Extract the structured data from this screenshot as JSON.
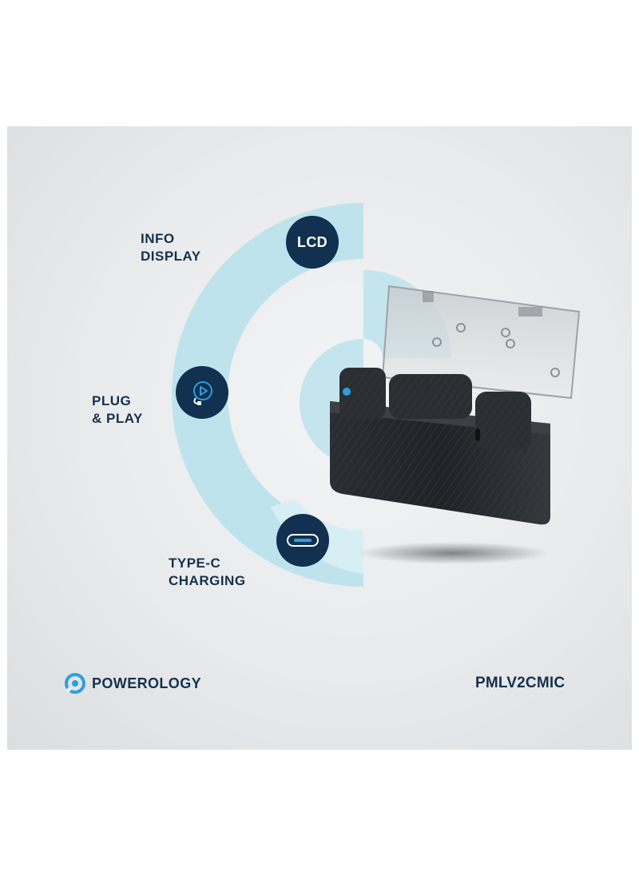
{
  "features": [
    {
      "label": "INFO\nDISPLAY",
      "badge_text": "LCD",
      "icon": "lcd-badge"
    },
    {
      "label": "PLUG\n& PLAY",
      "icon": "plug-and-play-icon"
    },
    {
      "label": "TYPE-C\nCHARGING",
      "icon": "usb-c-port-icon"
    }
  ],
  "brand": {
    "name": "POWEROLOGY",
    "logo_icon": "powerology-logo-icon"
  },
  "model": "PMLV2CMIC",
  "colors": {
    "navy": "#12304f",
    "light_blue": "#bfe3ec",
    "accent_blue": "#2b9fe0",
    "background": "#e9eaec"
  }
}
